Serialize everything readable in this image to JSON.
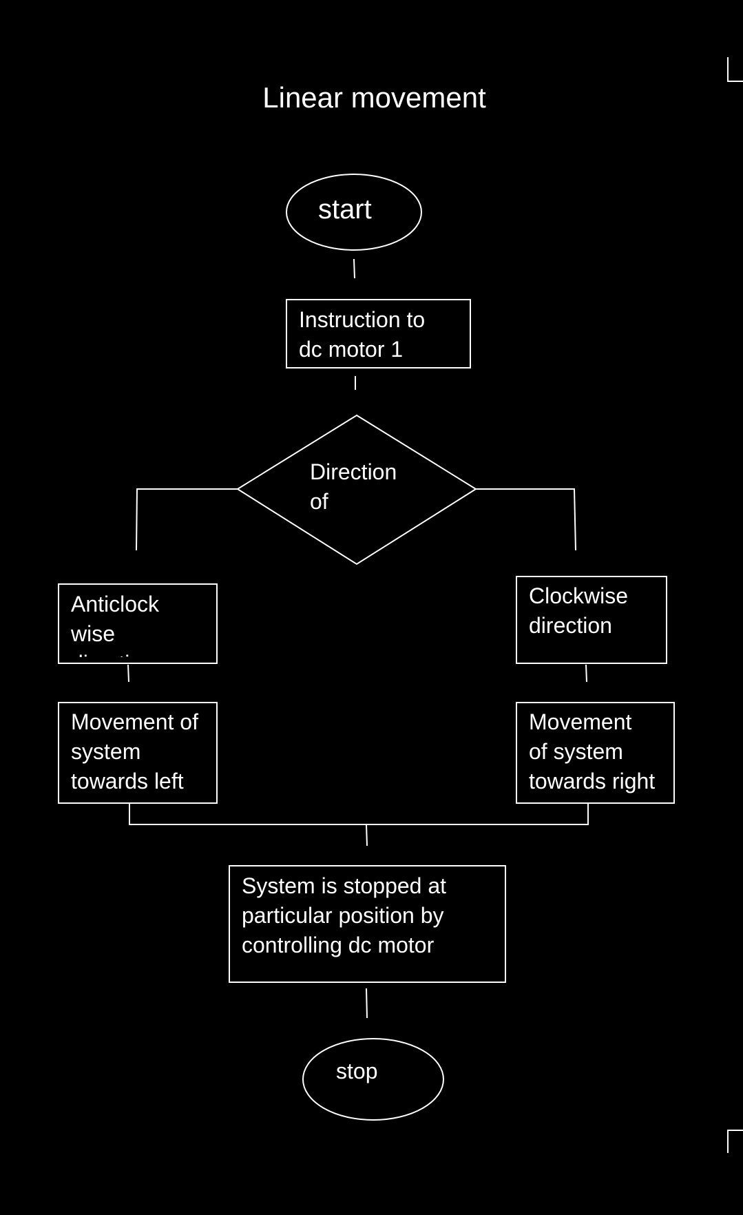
{
  "diagram": {
    "title": "Linear movement",
    "nodes": {
      "start": {
        "label": "start"
      },
      "instruction": {
        "line1": "Instruction to",
        "line2": "dc motor 1"
      },
      "decision": {
        "line1": "Direction",
        "line2": "of"
      },
      "anticlockwise": {
        "line1": "Anticlock",
        "line2": "wise",
        "line3": "direction"
      },
      "clockwise": {
        "line1": "Clockwise",
        "line2": "direction"
      },
      "move_left": {
        "line1": "Movement of",
        "line2": "system",
        "line3": "towards left"
      },
      "move_right": {
        "line1": "Movement",
        "line2": "of system",
        "line3": "towards right"
      },
      "stopped": {
        "line1": "System is stopped at",
        "line2": "particular position by",
        "line3": "controlling dc motor"
      },
      "stop": {
        "label": "stop"
      }
    }
  },
  "colors": {
    "background": "#000000",
    "stroke": "#ffffff",
    "text": "#ffffff"
  }
}
